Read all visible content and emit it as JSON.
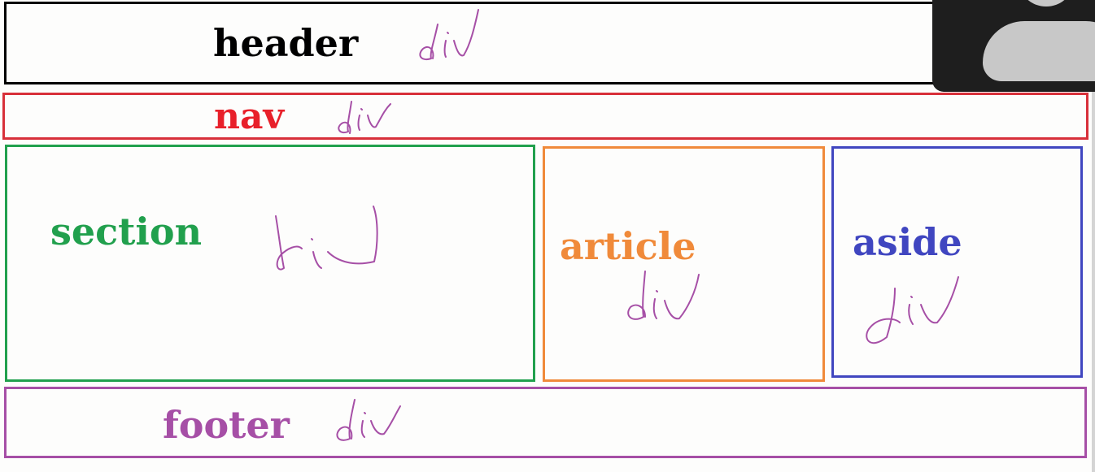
{
  "boxes": {
    "header": {
      "label": "header",
      "color": "#000000"
    },
    "nav": {
      "label": "nav",
      "color": "#d8303a"
    },
    "section": {
      "label": "section",
      "color": "#21a04d"
    },
    "article": {
      "label": "article",
      "color": "#f08a3a"
    },
    "aside": {
      "label": "aside",
      "color": "#4046c0"
    },
    "footer": {
      "label": "footer",
      "color": "#a64fa6"
    }
  },
  "annotations": {
    "handwritten_text": "div",
    "color": "#a64fa6"
  },
  "webcam": {
    "icon": "person-silhouette-icon"
  }
}
